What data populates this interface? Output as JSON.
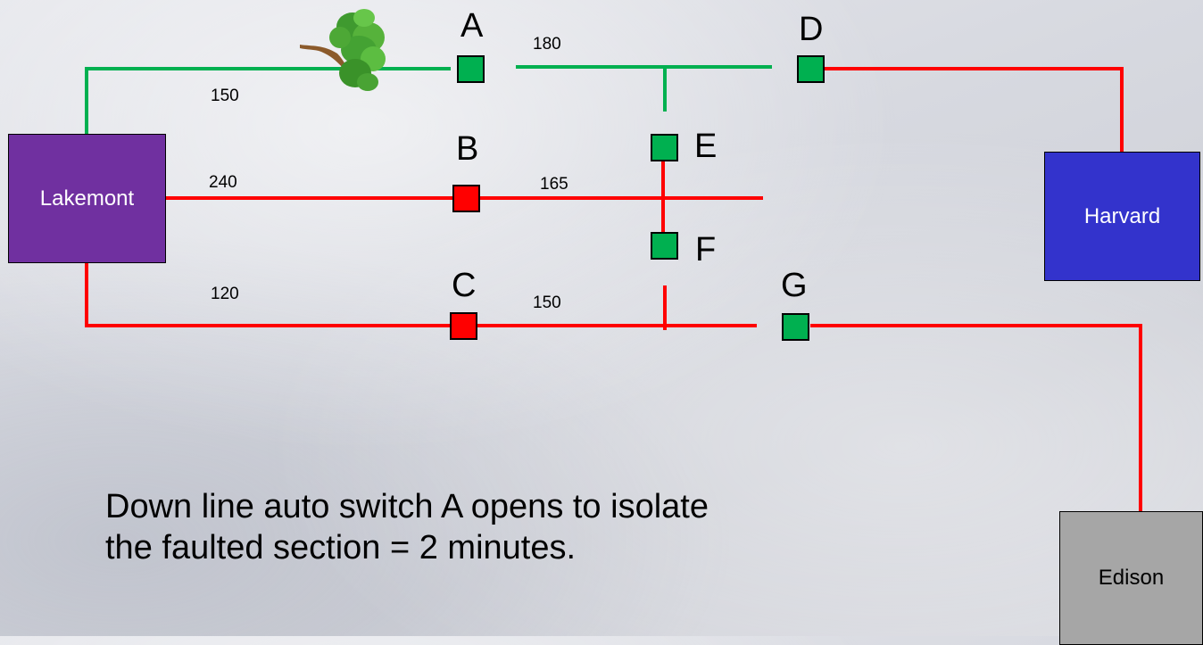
{
  "colors": {
    "energized_line": "#ff0000",
    "deenergized_line": "#00b050",
    "switch_closed": "#00b050",
    "switch_open": "#ff0000",
    "lakemont_fill": "#7030a0",
    "harvard_fill": "#3333cc",
    "edison_fill": "#a6a6a6"
  },
  "stations": {
    "lakemont": "Lakemont",
    "harvard": "Harvard",
    "edison": "Edison"
  },
  "switches": {
    "A": {
      "label": "A",
      "state": "closed"
    },
    "B": {
      "label": "B",
      "state": "open"
    },
    "C": {
      "label": "C",
      "state": "open"
    },
    "D": {
      "label": "D",
      "state": "closed"
    },
    "E": {
      "label": "E",
      "state": "closed"
    },
    "F": {
      "label": "F",
      "state": "closed"
    },
    "G": {
      "label": "G",
      "state": "closed"
    }
  },
  "segment_lengths": {
    "lakemont_to_A": "150",
    "A_to_D": "180",
    "lakemont_to_B": "240",
    "B_to_E": "165",
    "lakemont_to_C": "120",
    "C_to_G": "150"
  },
  "fault_marker_icon": "tree-icon",
  "caption": "Down line auto switch A opens to isolate the faulted section = 2 minutes."
}
